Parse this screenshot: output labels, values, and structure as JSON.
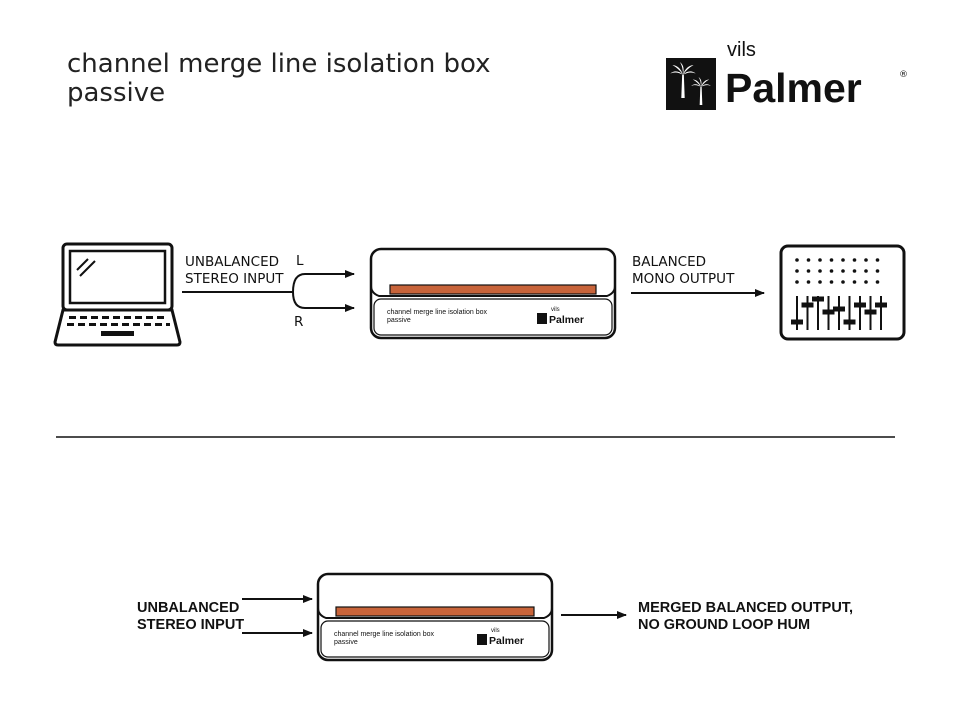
{
  "title": {
    "line1": "channel merge line isolation box",
    "line2": "passive"
  },
  "brand": {
    "prefix": "vils",
    "name": "Palmer",
    "registered": "®"
  },
  "diagram1": {
    "input_label_line1": "UNBALANCED",
    "input_label_line2": "STEREO INPUT",
    "channel_left": "L",
    "channel_right": "R",
    "output_label_line1": "BALANCED",
    "output_label_line2": "MONO OUTPUT",
    "device_text_line1": "channel merge line isolation box",
    "device_text_line2": "passive",
    "source_icon": "laptop-icon",
    "destination_icon": "mixer-icon"
  },
  "diagram2": {
    "input_label_line1": "UNBALANCED",
    "input_label_line2": "STEREO INPUT",
    "output_label_line1": "MERGED BALANCED OUTPUT,",
    "output_label_line2": "NO GROUND LOOP HUM",
    "device_text_line1": "channel merge line isolation box",
    "device_text_line2": "passive"
  },
  "colors": {
    "device_stripe": "#c8643a",
    "stroke": "#111111"
  }
}
